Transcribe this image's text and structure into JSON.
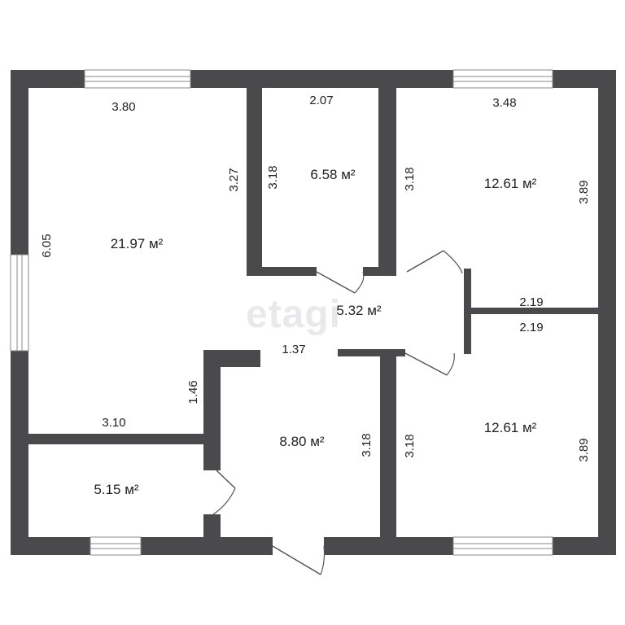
{
  "watermark": "etagi",
  "rooms": {
    "living": {
      "area": "21.97 м²",
      "top": "3.80",
      "left": "6.05",
      "right": "3.27",
      "bottom": "3.10"
    },
    "small_top": {
      "area": "6.58 м²",
      "top": "2.07",
      "left": "3.18"
    },
    "bedroom_top_right": {
      "area": "12.61 м²",
      "top": "3.48",
      "left": "3.18",
      "right": "3.89",
      "bottom": "2.19"
    },
    "corridor": {
      "area": "5.32 м²",
      "width": "1.37"
    },
    "hall": {
      "area": "8.80 м²",
      "left": "1.46",
      "right": "3.18"
    },
    "bedroom_bottom_right": {
      "area": "12.61 м²",
      "top": "2.19",
      "left": "3.18",
      "right": "3.89"
    },
    "bathroom": {
      "area": "5.15 м²"
    }
  }
}
